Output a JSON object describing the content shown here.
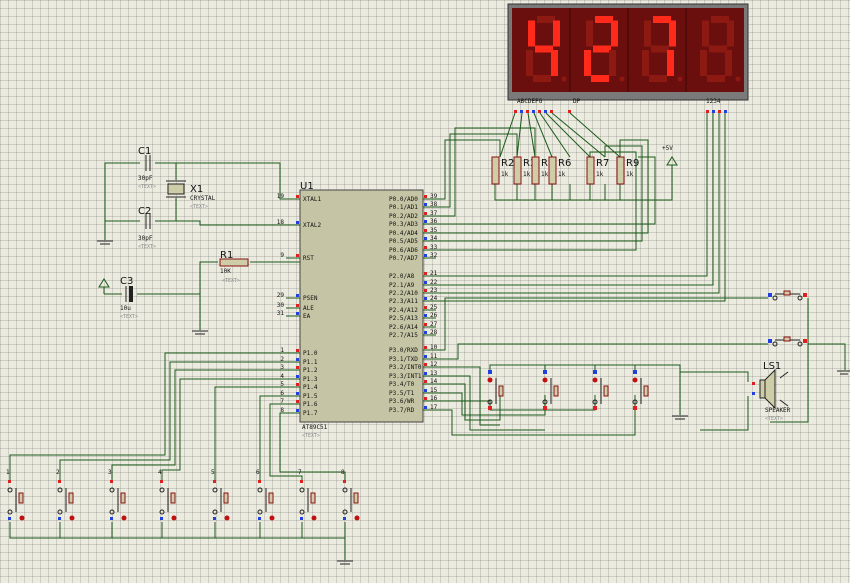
{
  "display": {
    "digits": [
      "4",
      "2",
      "7"
    ],
    "segment_label": "ABCDEFG",
    "dp_label": "DP",
    "common_label": "1234",
    "segment_on_color": "#ff2a1a",
    "segment_off_color": "#8c1a12",
    "background_color": "#6b0e0e"
  },
  "mcu": {
    "ref": "U1",
    "part": "AT89C51",
    "text": "<TEXT>",
    "left_pins": [
      {
        "num": "19",
        "name": "XTAL1"
      },
      {
        "num": "18",
        "name": "XTAL2"
      },
      {
        "num": "9",
        "name": "RST"
      },
      {
        "num": "29",
        "name": "PSEN"
      },
      {
        "num": "30",
        "name": "ALE"
      },
      {
        "num": "31",
        "name": "EA"
      },
      {
        "num": "1",
        "name": "P1.0"
      },
      {
        "num": "2",
        "name": "P1.1"
      },
      {
        "num": "3",
        "name": "P1.2"
      },
      {
        "num": "4",
        "name": "P1.3"
      },
      {
        "num": "5",
        "name": "P1.4"
      },
      {
        "num": "6",
        "name": "P1.5"
      },
      {
        "num": "7",
        "name": "P1.6"
      },
      {
        "num": "8",
        "name": "P1.7"
      }
    ],
    "right_pins": [
      {
        "num": "39",
        "name": "P0.0/AD0"
      },
      {
        "num": "38",
        "name": "P0.1/AD1"
      },
      {
        "num": "37",
        "name": "P0.2/AD2"
      },
      {
        "num": "36",
        "name": "P0.3/AD3"
      },
      {
        "num": "35",
        "name": "P0.4/AD4"
      },
      {
        "num": "34",
        "name": "P0.5/AD5"
      },
      {
        "num": "33",
        "name": "P0.6/AD6"
      },
      {
        "num": "32",
        "name": "P0.7/AD7"
      },
      {
        "num": "21",
        "name": "P2.0/A8"
      },
      {
        "num": "22",
        "name": "P2.1/A9"
      },
      {
        "num": "23",
        "name": "P2.2/A10"
      },
      {
        "num": "24",
        "name": "P2.3/A11"
      },
      {
        "num": "25",
        "name": "P2.4/A12"
      },
      {
        "num": "26",
        "name": "P2.5/A13"
      },
      {
        "num": "27",
        "name": "P2.6/A14"
      },
      {
        "num": "28",
        "name": "P2.7/A15"
      },
      {
        "num": "10",
        "name": "P3.0/RXD"
      },
      {
        "num": "11",
        "name": "P3.1/TXD"
      },
      {
        "num": "12",
        "name": "P3.2/INT0"
      },
      {
        "num": "13",
        "name": "P3.3/INT1"
      },
      {
        "num": "14",
        "name": "P3.4/T0"
      },
      {
        "num": "15",
        "name": "P3.5/T1"
      },
      {
        "num": "16",
        "name": "P3.6/WR"
      },
      {
        "num": "17",
        "name": "P3.7/RD"
      }
    ]
  },
  "crystal": {
    "ref": "X1",
    "part": "CRYSTAL",
    "text": "<TEXT>"
  },
  "c1": {
    "ref": "C1",
    "value": "30pF",
    "text": "<TEXT>"
  },
  "c2": {
    "ref": "C2",
    "value": "30pF",
    "text": "<TEXT>"
  },
  "c3": {
    "ref": "C3",
    "value": "10u",
    "text": "<TEXT>"
  },
  "r1": {
    "ref": "R1",
    "value": "10K",
    "text": "<TEXT>"
  },
  "resistor_array": [
    {
      "ref": "R2",
      "value": "1k"
    },
    {
      "ref": "R3",
      "value": "1k"
    },
    {
      "ref": "R4",
      "value": "1k"
    },
    {
      "ref": "R6",
      "value": "1k"
    },
    {
      "ref": "R7",
      "value": "1k"
    },
    {
      "ref": "R9",
      "value": "1k"
    }
  ],
  "power": {
    "label": "+5V"
  },
  "speaker": {
    "ref": "LS1",
    "part": "SPEAKER",
    "text": "<TEXT>"
  },
  "keys": [
    "1",
    "2",
    "3",
    "4",
    "5",
    "6",
    "7",
    "8"
  ]
}
